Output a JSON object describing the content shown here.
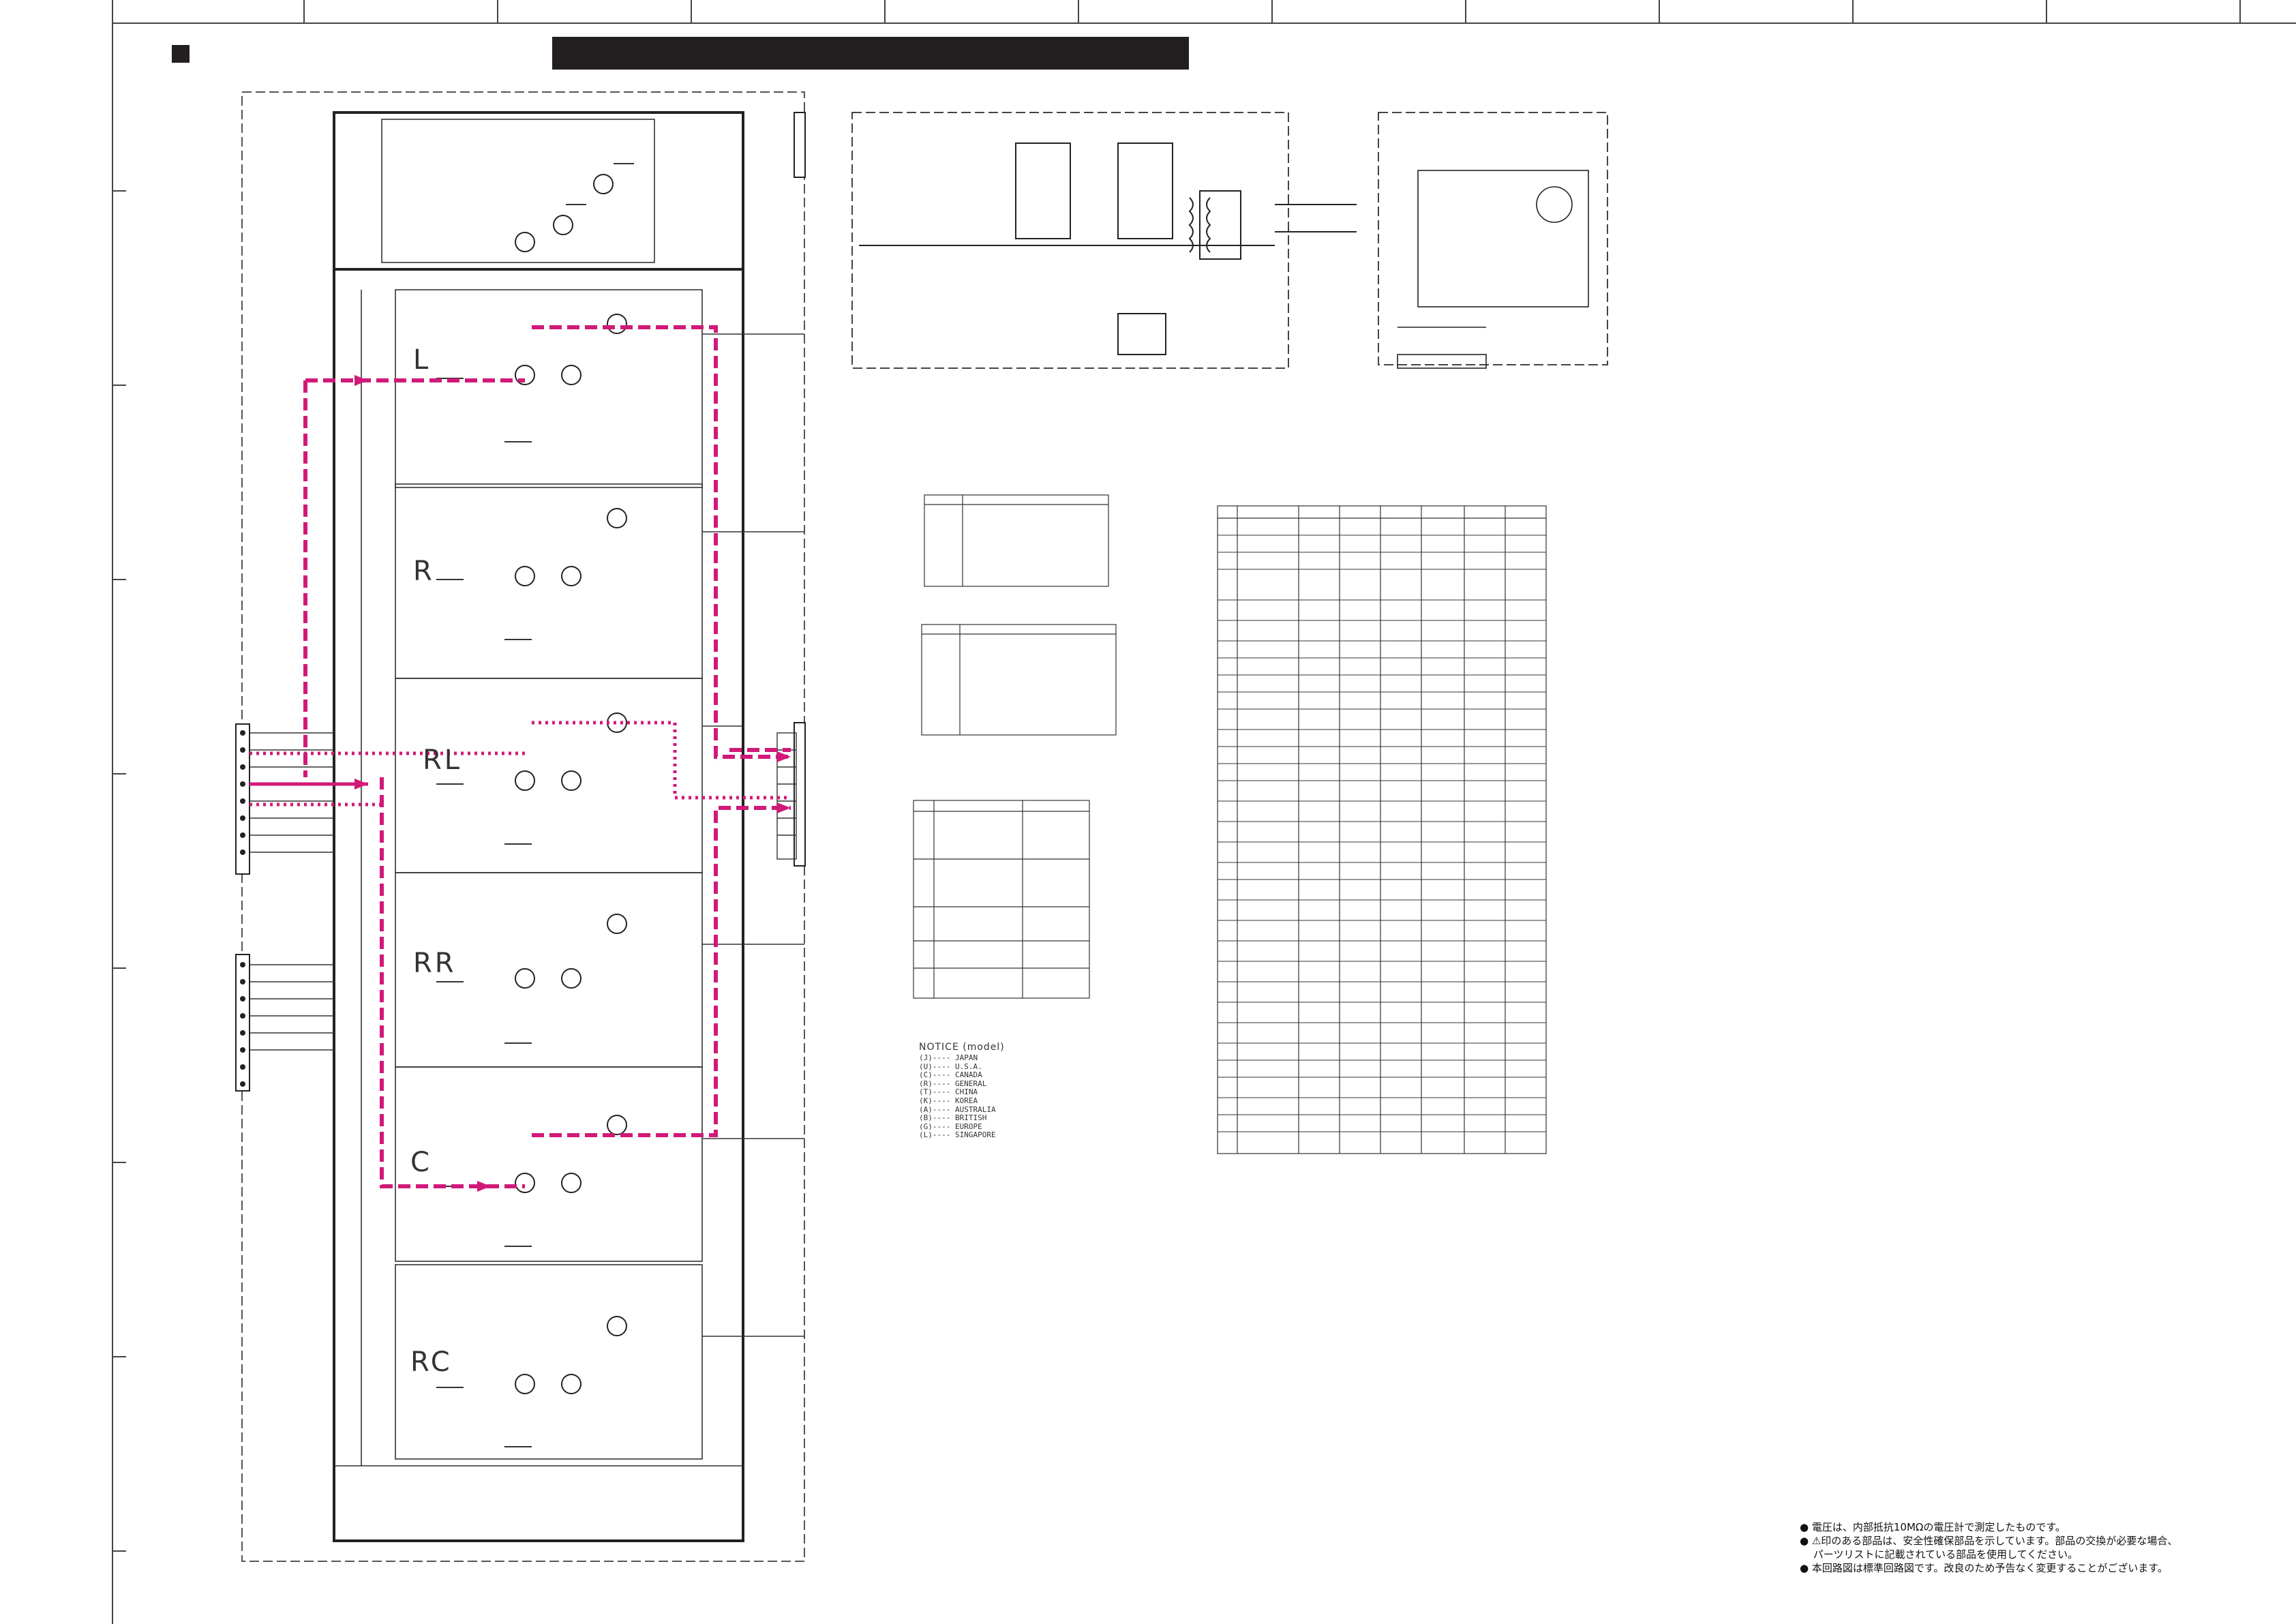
{
  "sheet": {
    "section_labels": [
      "L",
      "R",
      "RL",
      "RR",
      "C",
      "RC"
    ]
  },
  "side_marks": [
    "",
    "",
    "",
    ""
  ],
  "notice": {
    "title": "NOTICE (model)",
    "entries": [
      "(J)---- JAPAN",
      "(U)---- U.S.A.",
      "(C)---- CANADA",
      "(R)---- GENERAL",
      "(T)---- CHINA",
      "(K)---- KOREA",
      "(A)---- AUSTRALIA",
      "(B)---- BRITISH",
      "(G)---- EUROPE",
      "(L)---- SINGAPORE"
    ]
  },
  "notes": [
    "● 電圧は、内部抵抗10MΩの電圧計で測定したものです。",
    "● ⚠印のある部品は、安全性確保部品を示しています。部品の交換が必要な場合、",
    "　 パーツリストに記載されている部品を使用してください。",
    "● 本回路図は標準回路図です。改良のため予告なく変更することがございます。"
  ],
  "colors": {
    "wire": "#333333",
    "signal_path": "#d1197a",
    "title_bar": "#231f20"
  }
}
